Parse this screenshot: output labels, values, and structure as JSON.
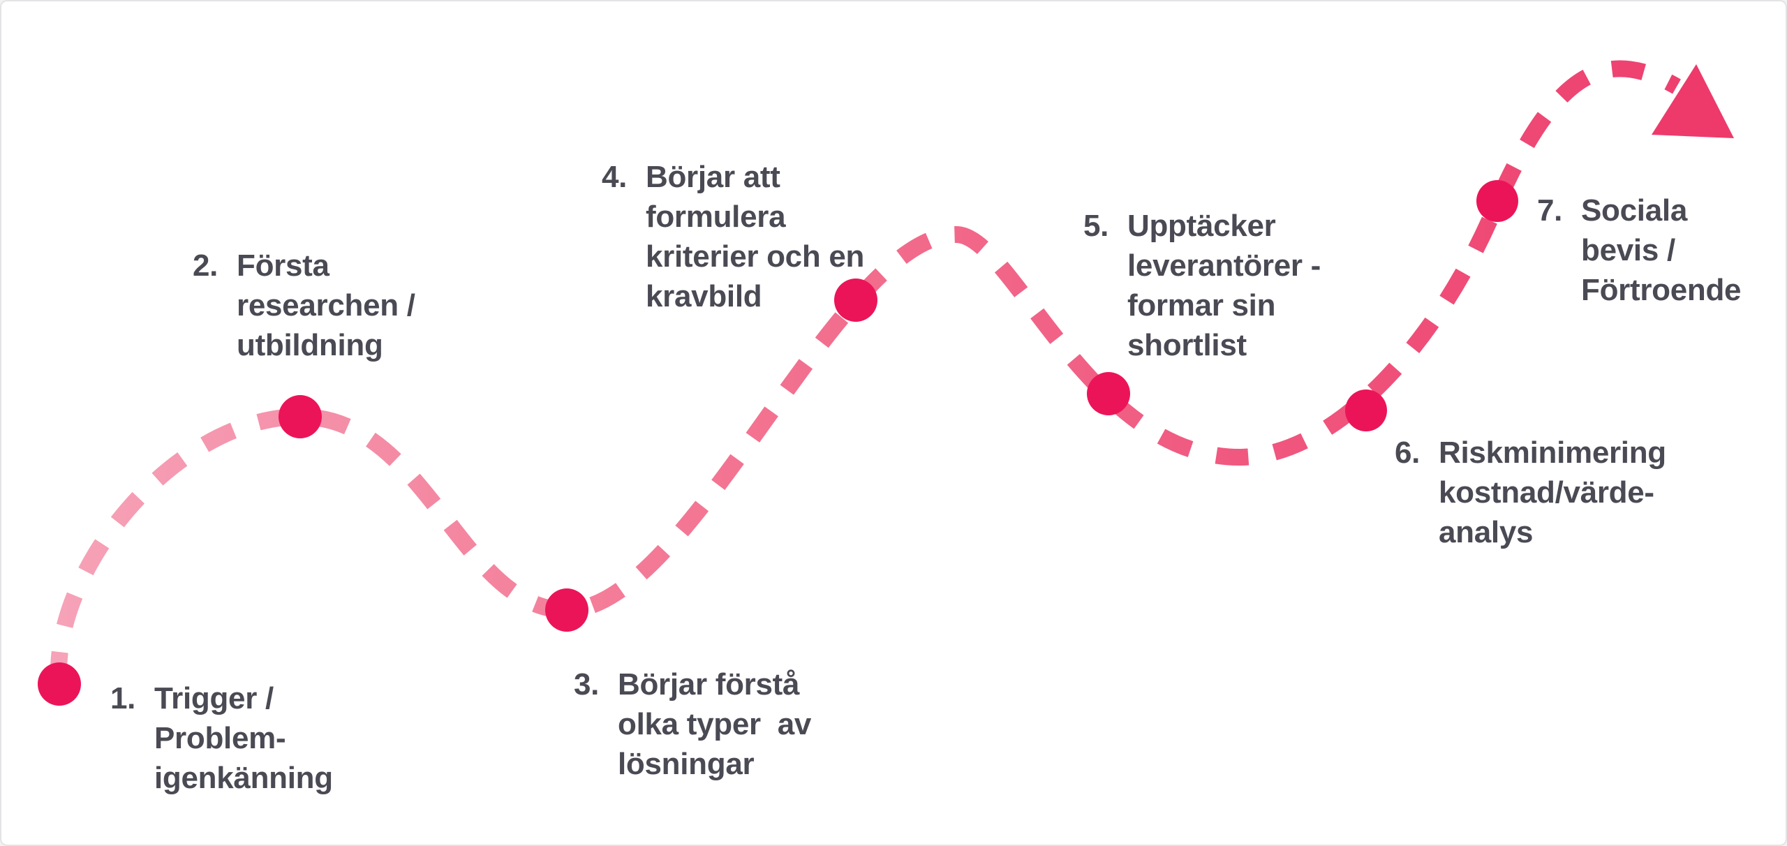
{
  "diagram": {
    "kind": "customer-journey-curve",
    "language": "Swedish"
  },
  "colors": {
    "background": "#ffffff",
    "text": "#4a4a54",
    "dot": "#ec1459",
    "dash_start": "#f6a6bb",
    "dash_mid": "#f37592",
    "dash_end": "#ed3a6b",
    "arrow": "#ed3a6b"
  },
  "journey": {
    "path_style": "dashed-curve",
    "end_icon": "arrow-head-triangle",
    "steps": [
      {
        "number": "1.",
        "lines": [
          "Trigger /",
          "Problem-",
          "igenkänning"
        ]
      },
      {
        "number": "2.",
        "lines": [
          "Första",
          "researchen /",
          "utbildning"
        ]
      },
      {
        "number": "3.",
        "lines": [
          "Börjar förstå",
          "olka typer  av",
          "lösningar"
        ]
      },
      {
        "number": "4.",
        "lines": [
          "Börjar att",
          "formulera",
          "kriterier och en",
          "kravbild"
        ]
      },
      {
        "number": "5.",
        "lines": [
          "Upptäcker",
          "leverantörer -",
          "formar sin",
          "shortlist"
        ]
      },
      {
        "number": "6.",
        "lines": [
          "Riskminimering",
          "kostnad/värde-",
          "analys"
        ]
      },
      {
        "number": "7.",
        "lines": [
          "Sociala",
          "bevis /",
          "Förtroende"
        ]
      }
    ]
  }
}
